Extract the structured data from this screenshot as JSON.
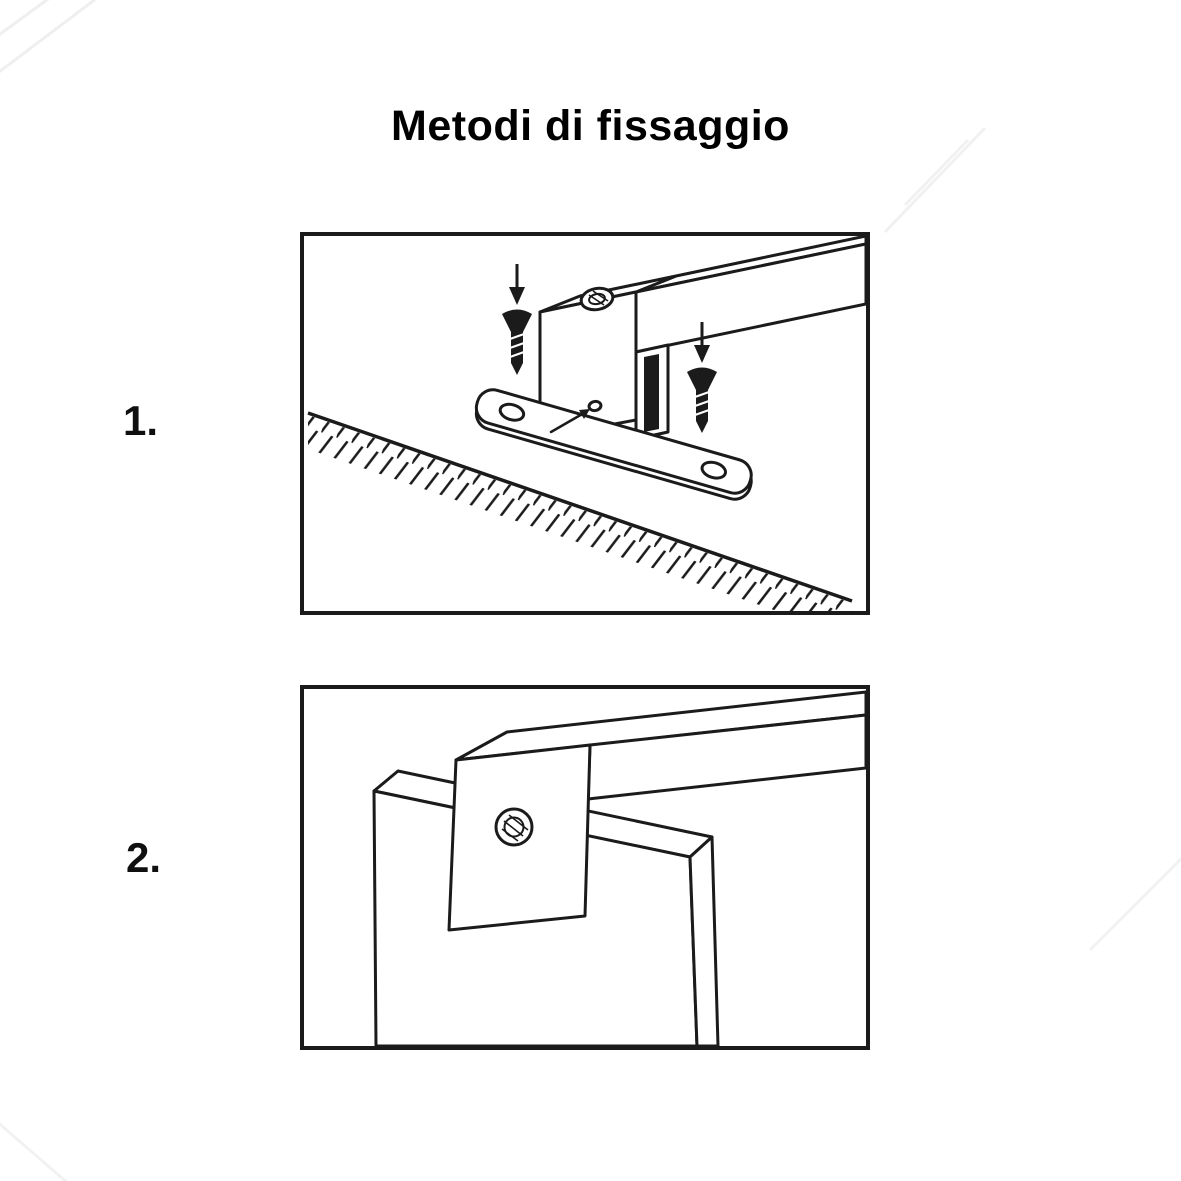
{
  "page": {
    "title": "Metodi di fissaggio"
  },
  "figures": [
    {
      "label": "1.",
      "diagram": "bracket-screwed-to-surface"
    },
    {
      "label": "2.",
      "diagram": "bracket-hooked-over-panel"
    }
  ],
  "colors": {
    "line": "#1b1b1b",
    "background": "#ffffff"
  }
}
